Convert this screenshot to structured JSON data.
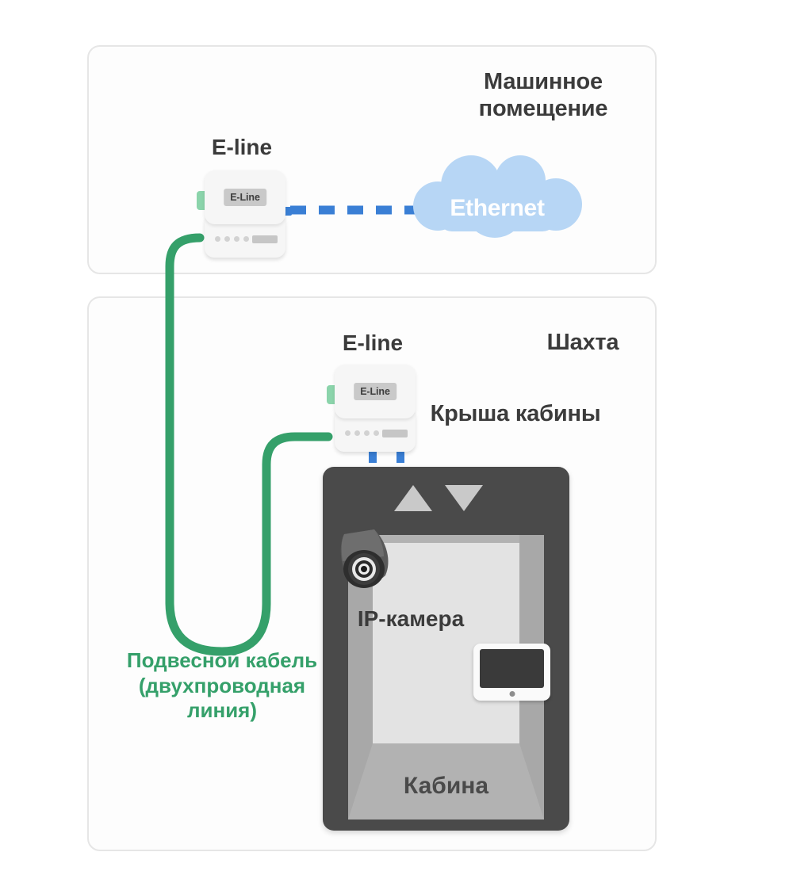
{
  "diagram": {
    "title_machine_room": "Машинное помещение",
    "title_shaft": "Шахта",
    "title_cabin_roof": "Крыша кабины",
    "cabin_label": "Кабина",
    "camera_label": "IP-камера",
    "hanging_cable_label": "Подвесной кабель (двухпроводная линия)",
    "ethernet_label": "Ethernet"
  },
  "devices": {
    "eline_top": {
      "title": "E-line",
      "badge": "E-Line",
      "led_count": 4
    },
    "eline_bottom": {
      "title": "E-line",
      "badge": "E-Line",
      "led_count": 4
    }
  },
  "icons": {
    "cloud": "cloud-icon",
    "camera": "dome-camera-icon",
    "monitor": "tablet-monitor-icon",
    "arrow_up": "arrow-up-icon",
    "arrow_down": "arrow-down-icon"
  },
  "colors": {
    "green_cable": "#35a06a",
    "blue_dashed": "#3a7fd5",
    "cloud_blue": "#b7d6f5",
    "cabin_dark": "#4a4a4a",
    "panel_border": "#e6e6e6",
    "device_body": "#f6f6f6",
    "badge_grey": "#c9c9c9",
    "green_tab": "#8bd4ab"
  }
}
